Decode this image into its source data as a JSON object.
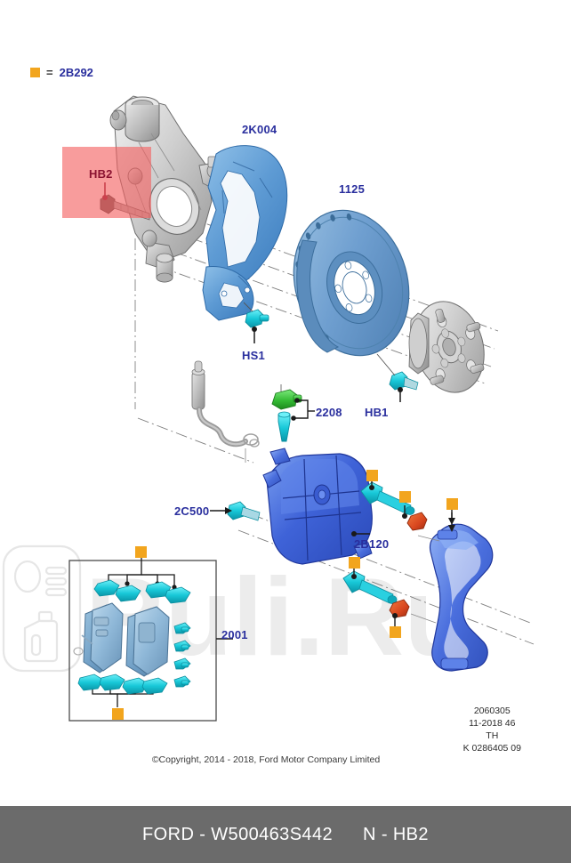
{
  "legend": {
    "marker_color": "#f2a51e",
    "equals": "=",
    "code": "2B292"
  },
  "highlight": {
    "label": "HB2",
    "color": "#f36060",
    "text_color": "#8a1230"
  },
  "part_labels": [
    {
      "id": "2K004",
      "text": "2K004",
      "name": "brake-shield"
    },
    {
      "id": "1125",
      "text": "1125",
      "name": "brake-disc"
    },
    {
      "id": "HS1",
      "text": "HS1",
      "name": "shield-screw"
    },
    {
      "id": "HB1",
      "text": "HB1",
      "name": "hub-bolt"
    },
    {
      "id": "2208",
      "text": "2208",
      "name": "hose-bracket"
    },
    {
      "id": "2C500",
      "text": "2C500",
      "name": "caliper-bleed-screw"
    },
    {
      "id": "2B120",
      "text": "2B120",
      "name": "brake-caliper"
    },
    {
      "id": "2001",
      "text": "2001",
      "name": "brake-pad-kit"
    }
  ],
  "footer_codes": {
    "line1": "2060305",
    "line2": "11-2018 46",
    "line3": "TH",
    "line4": "K 0286405 09"
  },
  "copyright": "©Copyright, 2014 - 2018, Ford Motor Company Limited",
  "bottom_bar": {
    "part_number": "FORD - W500463S442",
    "position_code": "N - HB2",
    "background": "#6b6b6b",
    "text_color": "#ffffff"
  },
  "watermark": {
    "text": "Ruli.Ru",
    "color": "#e8e8e8"
  },
  "colors": {
    "label_blue": "#2a2f9e",
    "marker_orange": "#f2a51e",
    "part_blue": "#4a7fd4",
    "disc_blue": "#6f9fd0",
    "bolt_cyan": "#18c8d8",
    "bracket_green": "#3fc03f",
    "bushing_red": "#d8461e",
    "metal_gray": "#c8c8c8"
  }
}
